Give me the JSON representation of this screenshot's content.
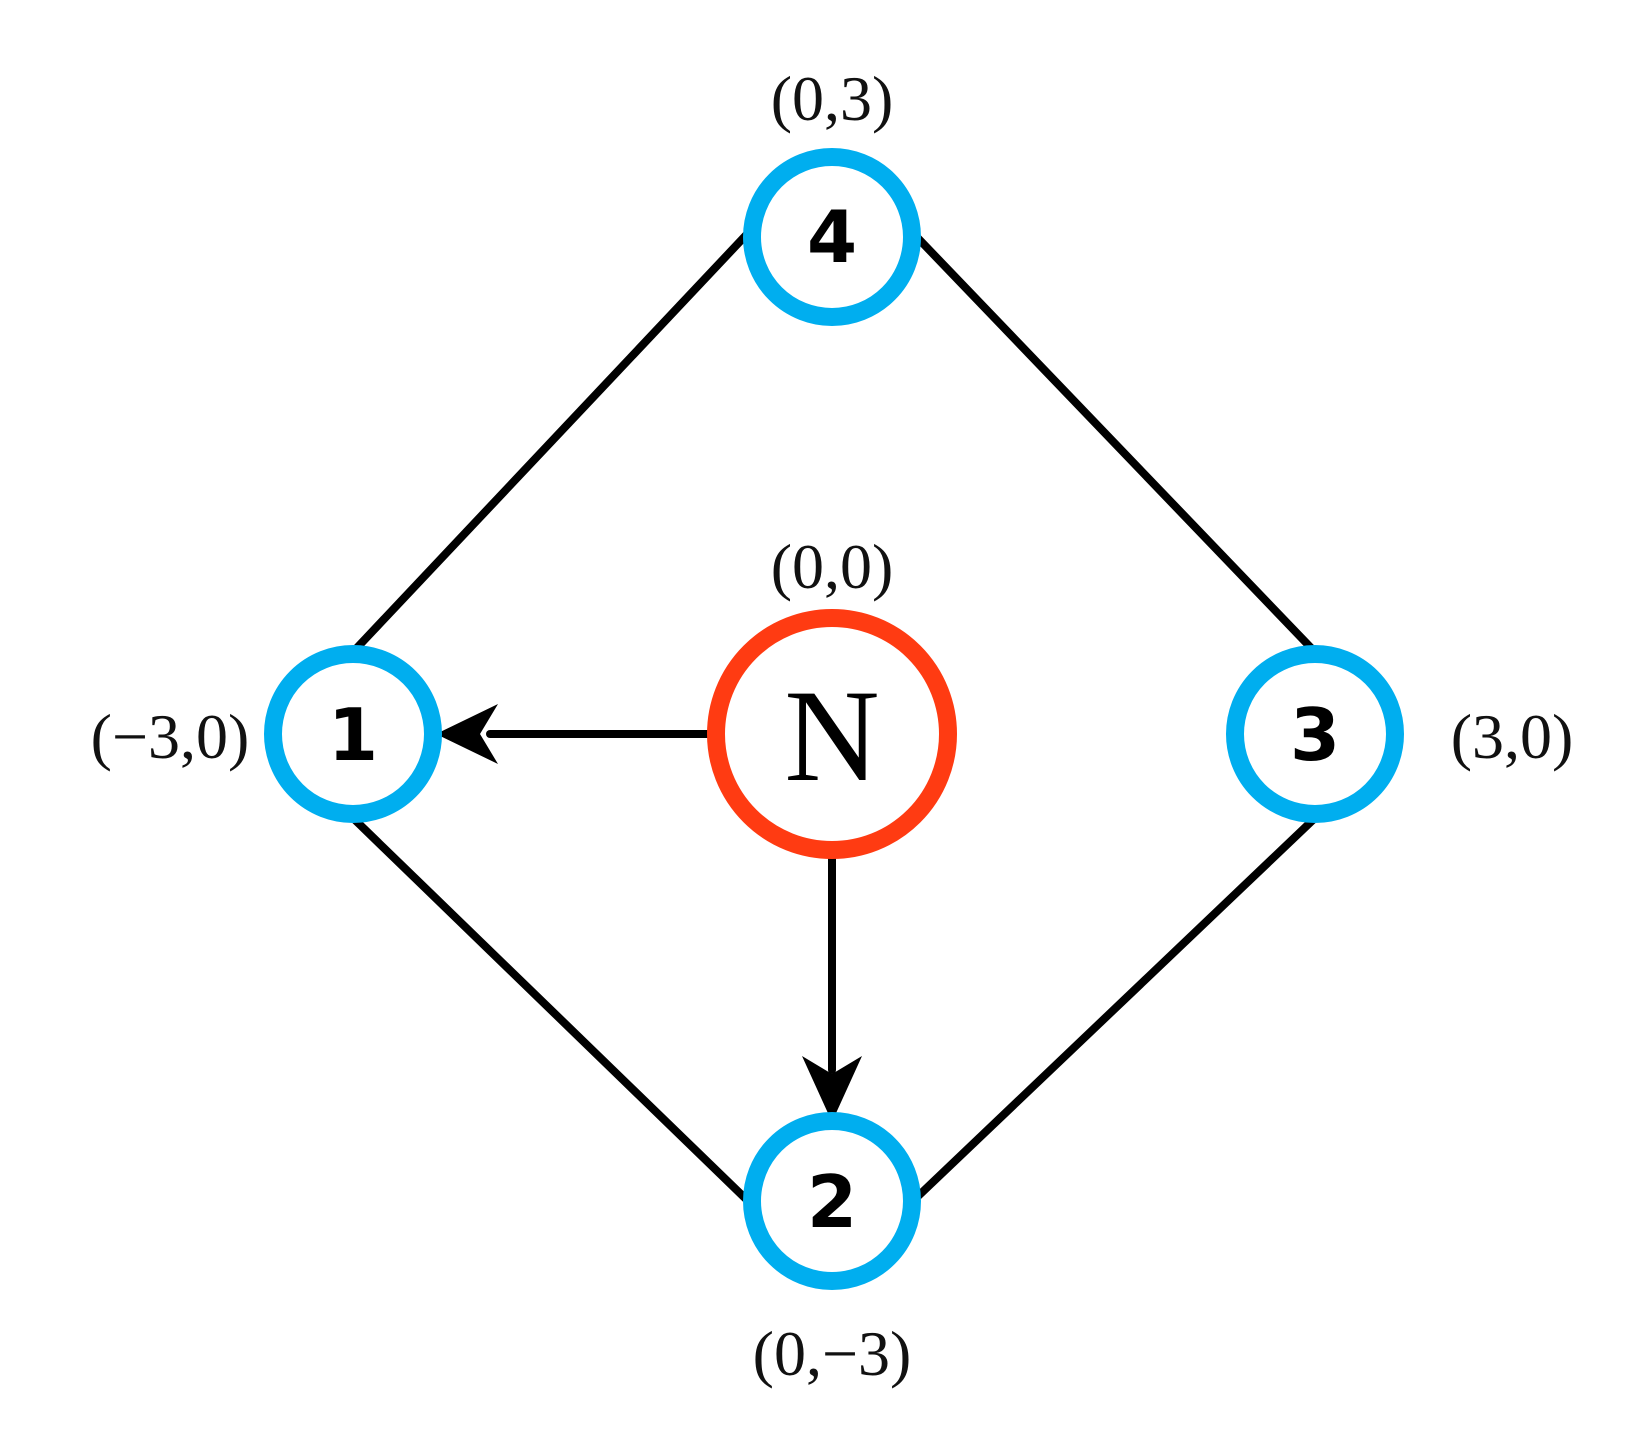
{
  "colors": {
    "outer_node_ring": "#00aeef",
    "center_node_ring": "#ff3b12",
    "edge": "#000000"
  },
  "center_node": {
    "label": "N",
    "coordinate": "(0,0)"
  },
  "outer_nodes": [
    {
      "label": "1",
      "coordinate": "(−3,0)"
    },
    {
      "label": "2",
      "coordinate": "(0,−3)"
    },
    {
      "label": "3",
      "coordinate": "(3,0)"
    },
    {
      "label": "4",
      "coordinate": "(0,3)"
    }
  ],
  "edges": [
    {
      "from": "4",
      "to": "1",
      "directed": false
    },
    {
      "from": "4",
      "to": "3",
      "directed": false
    },
    {
      "from": "1",
      "to": "2",
      "directed": false
    },
    {
      "from": "3",
      "to": "2",
      "directed": false
    },
    {
      "from": "N",
      "to": "1",
      "directed": true
    },
    {
      "from": "N",
      "to": "2",
      "directed": true
    }
  ]
}
